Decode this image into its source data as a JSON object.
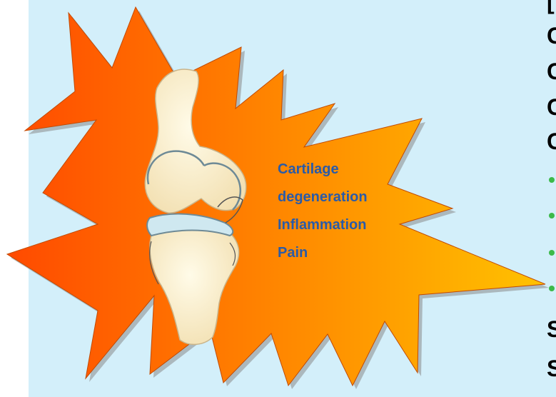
{
  "labels": {
    "line1": "Cartilage",
    "line2": "degeneration",
    "line3": "Inflammation",
    "line4": "Pain"
  },
  "colors": {
    "background": "#d3effa",
    "burst_left": "#ff4a00",
    "burst_right": "#ffc000",
    "label_text": "#2a5ba8"
  }
}
